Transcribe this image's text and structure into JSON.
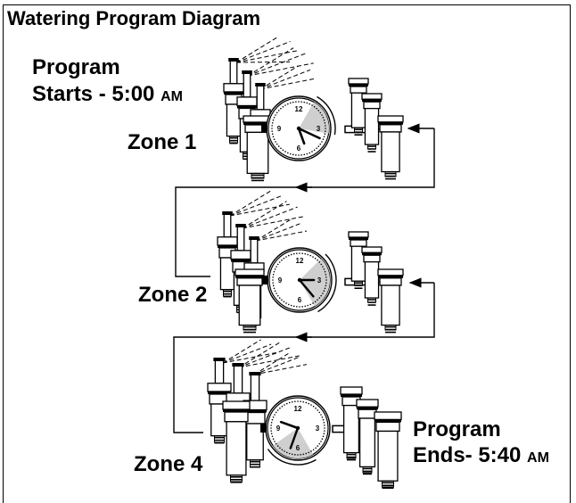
{
  "title": "Watering Program Diagram",
  "program_start": {
    "line1": "Program",
    "line2": "Starts - 5:00",
    "ampm": "AM"
  },
  "program_end": {
    "line1": "Program",
    "line2": "Ends- 5:40",
    "ampm": "AM"
  },
  "zones": [
    {
      "label": "Zone 1"
    },
    {
      "label": "Zone 2"
    },
    {
      "label": "Zone 4"
    }
  ],
  "clock_numerals": {
    "twelve": "12",
    "three": "3",
    "six": "6",
    "nine": "9"
  }
}
